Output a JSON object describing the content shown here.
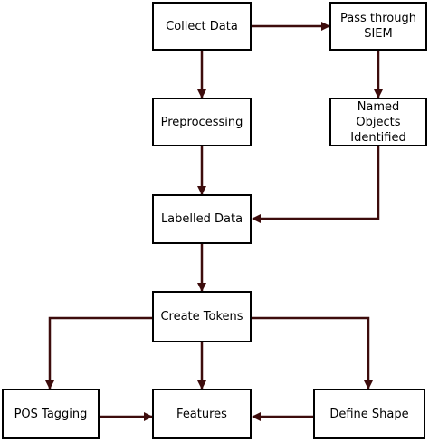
{
  "diagram": {
    "edge_color": "#3d0c0c",
    "nodes": {
      "collect": "Collect Data",
      "siem": "Pass through\nSIEM",
      "preprocessing": "Preprocessing",
      "named": "Named\nObjects\nIdentified",
      "labelled": "Labelled Data",
      "tokens": "Create Tokens",
      "pos": "POS Tagging",
      "features": "Features",
      "shape": "Define Shape"
    },
    "edges": [
      {
        "from": "collect",
        "to": "siem"
      },
      {
        "from": "collect",
        "to": "preprocessing"
      },
      {
        "from": "siem",
        "to": "named"
      },
      {
        "from": "preprocessing",
        "to": "labelled"
      },
      {
        "from": "named",
        "to": "labelled"
      },
      {
        "from": "labelled",
        "to": "tokens"
      },
      {
        "from": "tokens",
        "to": "pos"
      },
      {
        "from": "tokens",
        "to": "features"
      },
      {
        "from": "tokens",
        "to": "shape"
      },
      {
        "from": "pos",
        "to": "features"
      },
      {
        "from": "shape",
        "to": "features"
      }
    ]
  }
}
